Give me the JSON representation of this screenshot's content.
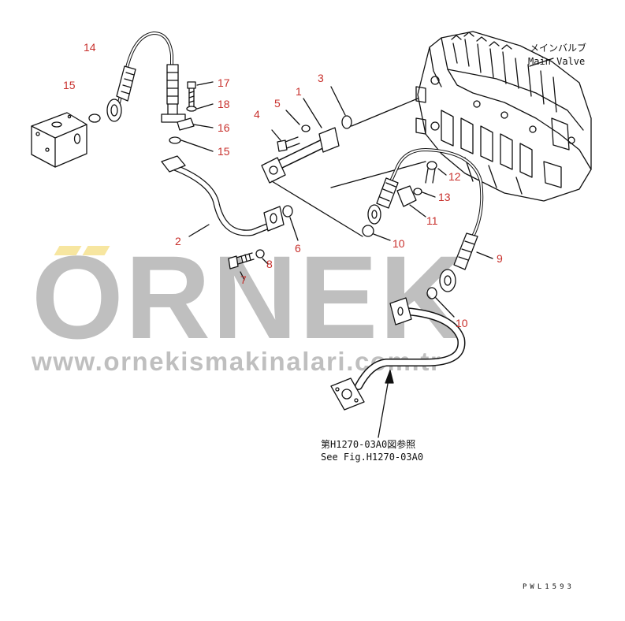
{
  "watermark": {
    "brand": "ÖRNEK",
    "url": "www.ornekismakinalari.com.tr"
  },
  "colors": {
    "callout": "#c8302c",
    "line": "#111111",
    "watermark": "#b4b4b4",
    "watermark_dots": "#f7e6a0"
  },
  "main_valve": {
    "label_jp": "メインバルブ",
    "label_en": "Main Valve"
  },
  "reference_note": {
    "line_jp": "第H1270-03A0図参照",
    "line_en": "See Fig.H1270-03A0"
  },
  "drawing_code": "PWL1593",
  "callouts": [
    "14",
    "15",
    "17",
    "18",
    "16",
    "15",
    "3",
    "1",
    "5",
    "4",
    "2",
    "6",
    "7",
    "8",
    "10",
    "12",
    "13",
    "11",
    "9",
    "10"
  ]
}
